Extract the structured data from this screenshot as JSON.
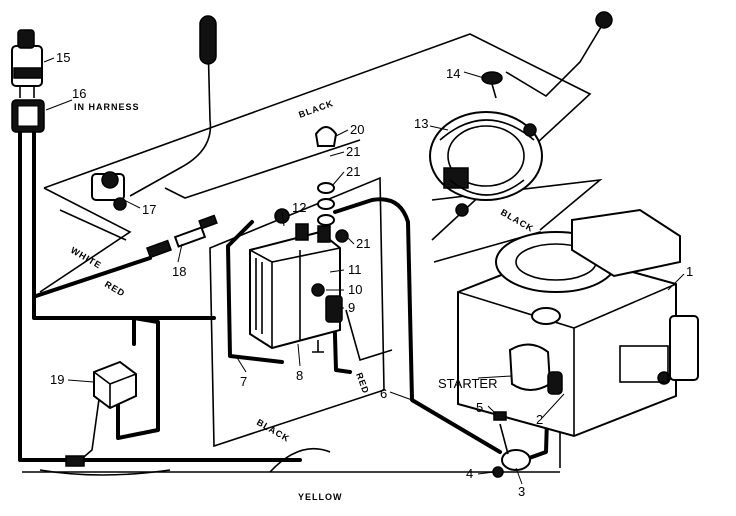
{
  "diagram": {
    "callouts": {
      "n1": "1",
      "n2": "2",
      "n3": "3",
      "n4": "4",
      "n5": "5",
      "n6": "6",
      "n7": "7",
      "n8": "8",
      "n9": "9",
      "n10": "10",
      "n11": "11",
      "n12": "12",
      "n13": "13",
      "n14": "14",
      "n15": "15",
      "n16": "16",
      "n17": "17",
      "n18": "18",
      "n19": "19",
      "n20": "20",
      "n21a": "21",
      "n21b": "21",
      "n21c": "21"
    },
    "labels": {
      "in_harness": "IN HARNESS",
      "starter": "STARTER",
      "black_top": "BLACK",
      "black_alternator": "BLACK",
      "black_battery": "BLACK",
      "white": "WHITE",
      "red_left": "RED",
      "red_mid": "RED",
      "yellow": "YELLOW"
    },
    "colors": {
      "ink": "#000000",
      "paper": "#ffffff"
    }
  }
}
